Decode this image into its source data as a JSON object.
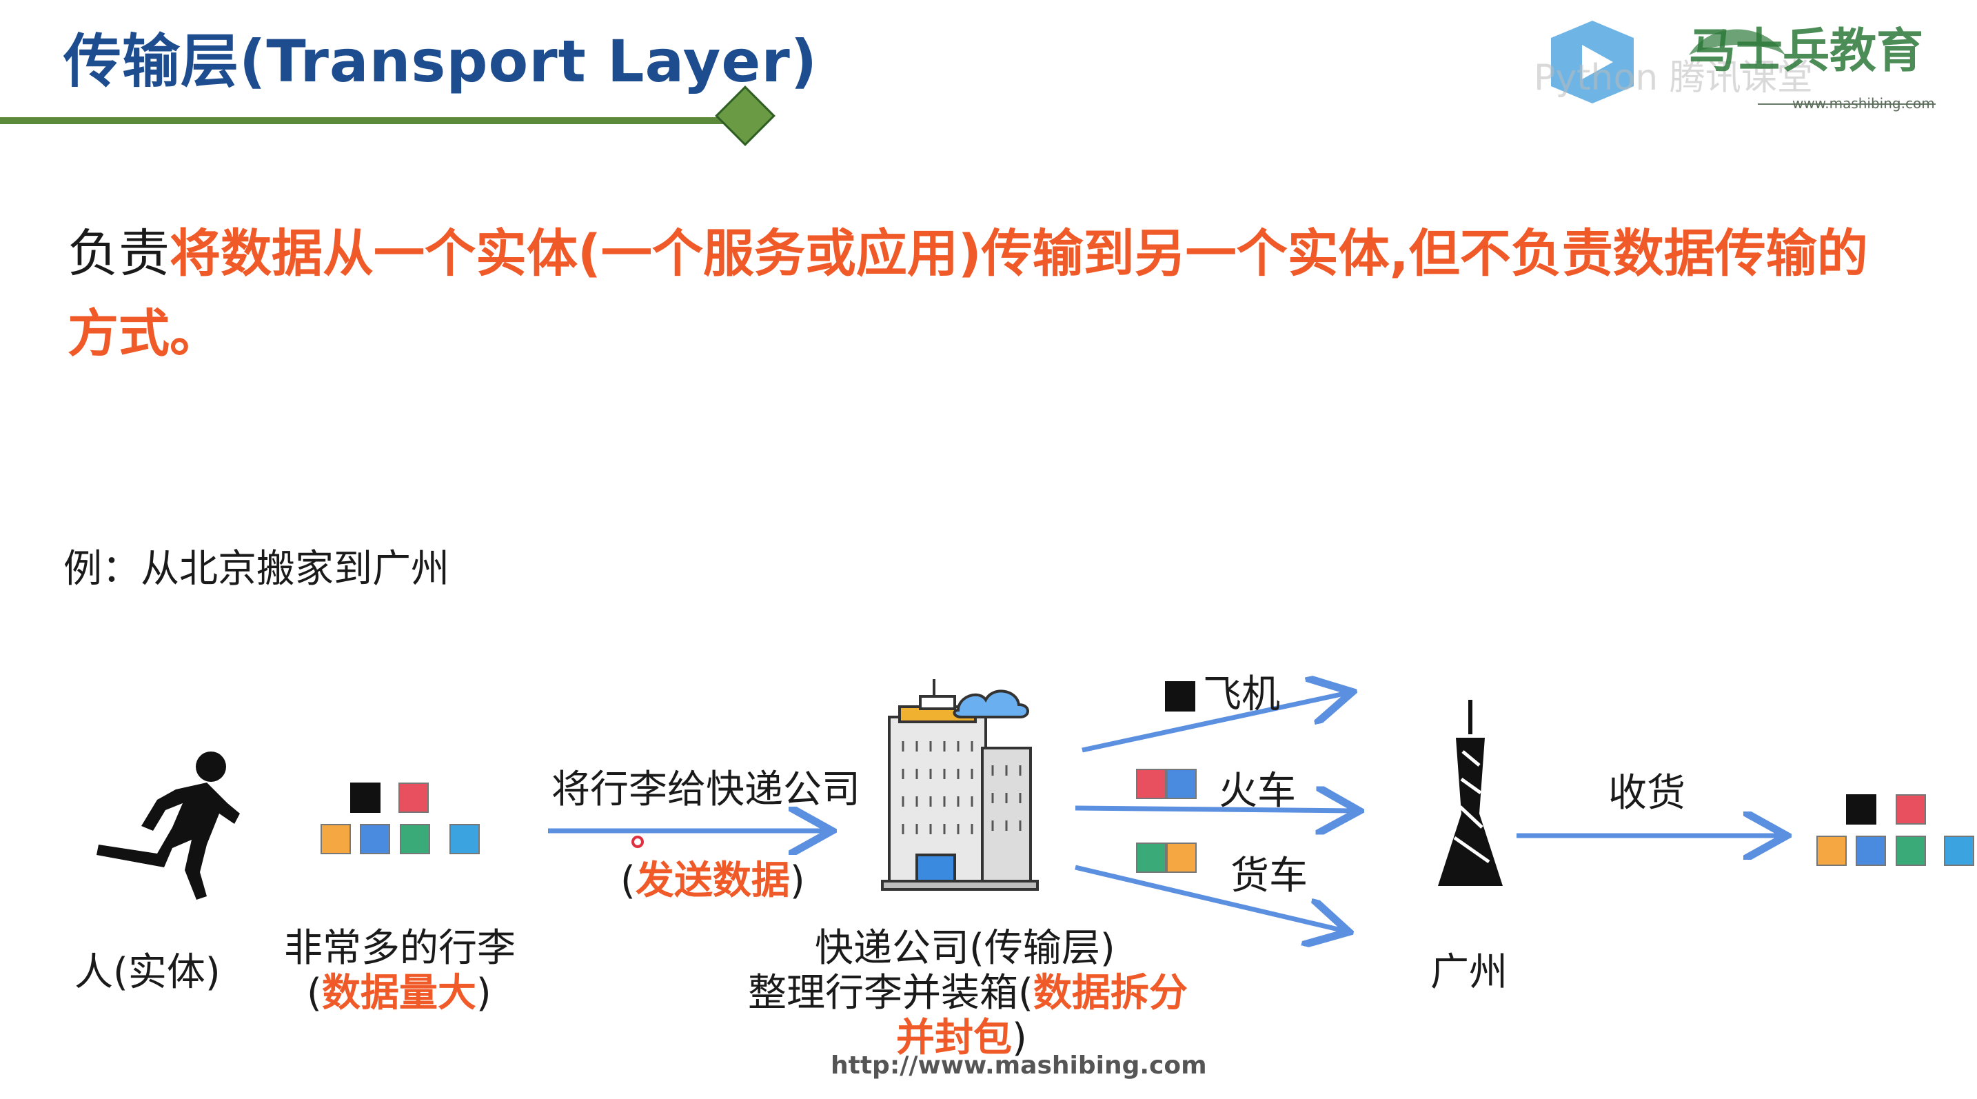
{
  "header": {
    "title": "传输层(Transport Layer)",
    "logo_text": "马士兵教育",
    "logo_watermark": "Python 腾讯课堂",
    "logo_url": "www.mashibing.com"
  },
  "headline": {
    "prefix": "负责",
    "highlight": "将数据从一个实体(一个服务或应用)传输到另一个实体,但不负责数据传输的方式。"
  },
  "example": "例：从北京搬家到广州",
  "diagram": {
    "person_label": "人(实体)",
    "luggage_label_line1": "非常多的行李",
    "luggage_label_paren_open": "(",
    "luggage_label_red": "数据量大",
    "luggage_label_paren_close": ")",
    "arrow1_top": "将行李给快递公司",
    "arrow1_paren_open": "(",
    "arrow1_red": "发送数据",
    "arrow1_paren_close": ")",
    "company_line1": "快递公司(传输层)",
    "company_line2_plain": "整理行李并装箱(",
    "company_line2_red": "数据拆分",
    "company_line3_red": "并封包",
    "company_line3_close": ")",
    "route_plane": "飞机",
    "route_train": "火车",
    "route_truck": "货车",
    "city_label": "广州",
    "receive_label": "收货"
  },
  "footer_url": "http://www.mashibing.com",
  "colors": {
    "title_blue": "#1d4d8f",
    "highlight_orange": "#f05a28",
    "arrow_blue": "#5b8fe0",
    "rule_green": "#5a8a3a"
  }
}
